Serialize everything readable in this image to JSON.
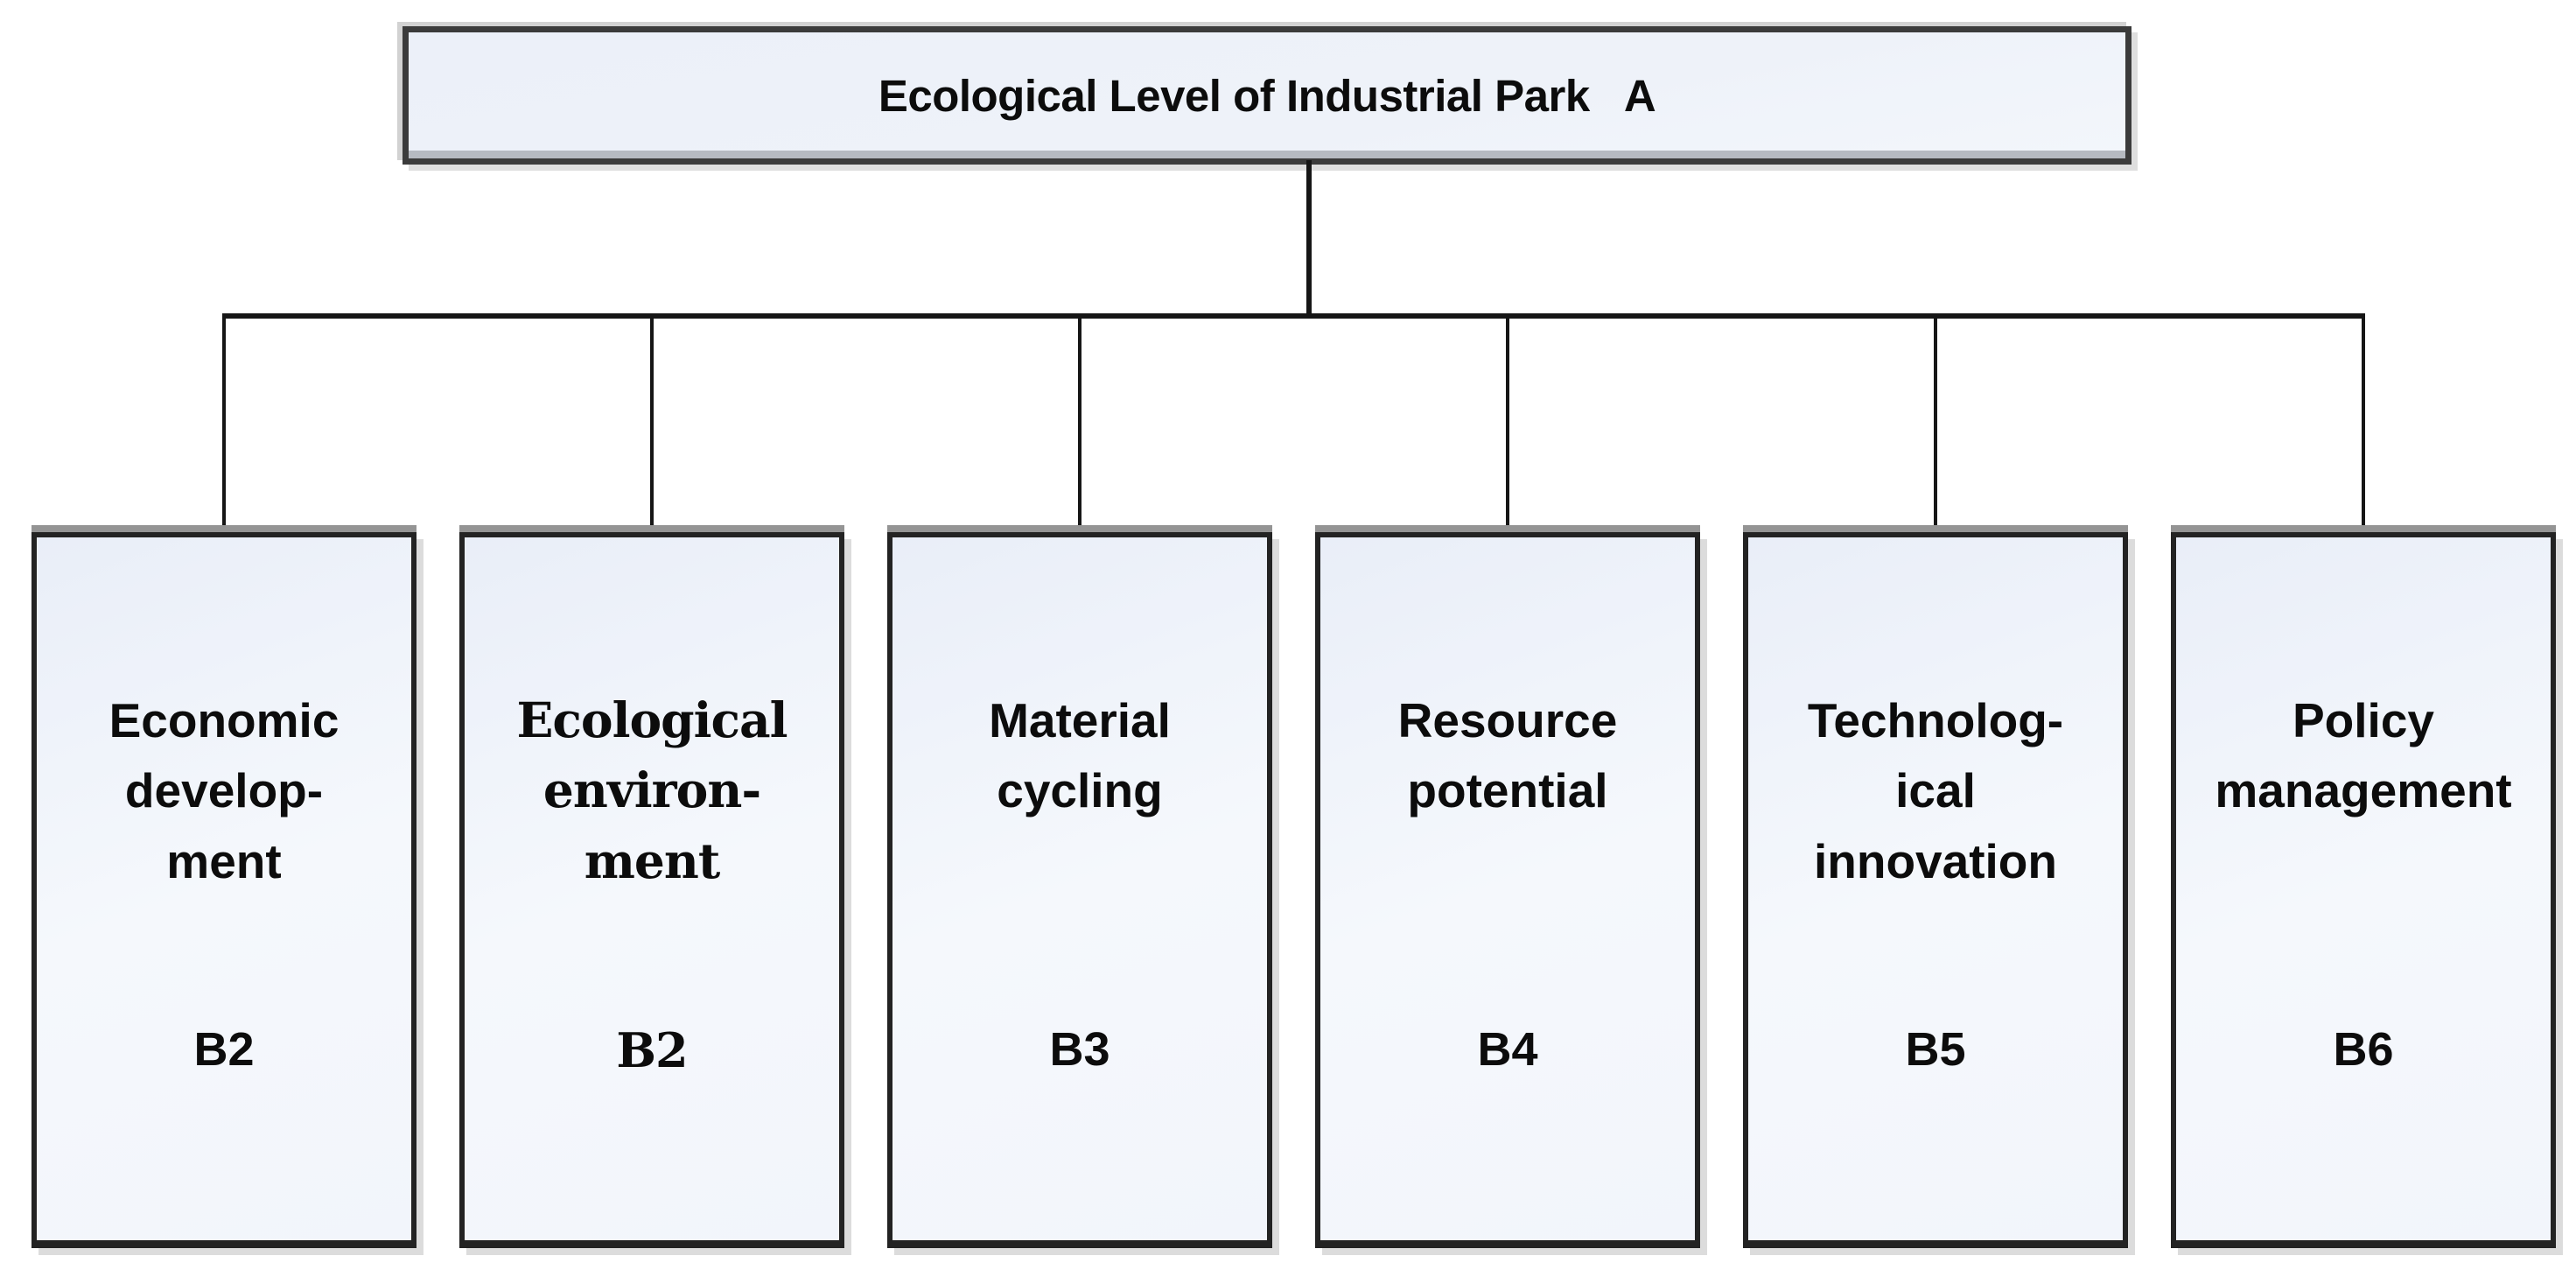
{
  "colors": {
    "line": "#161616",
    "box_border": "#232323",
    "box_fill_top": "#e9eef8",
    "box_fill_bottom": "#f5f8fc"
  },
  "diagram": {
    "root": {
      "title": "Ecological Level of Industrial Park   A"
    },
    "children": [
      {
        "label": "Economic\ndevelop-\nment",
        "code": "B2"
      },
      {
        "label": "Ecological\nenviron-\nment",
        "code": "B2"
      },
      {
        "label": "Material\ncycling",
        "code": "B3"
      },
      {
        "label": "Resource\npotential",
        "code": "B4"
      },
      {
        "label": "Technolog-\nical\ninnovation",
        "code": "B5"
      },
      {
        "label": "Policy\nmanagement",
        "code": "B6"
      }
    ]
  }
}
